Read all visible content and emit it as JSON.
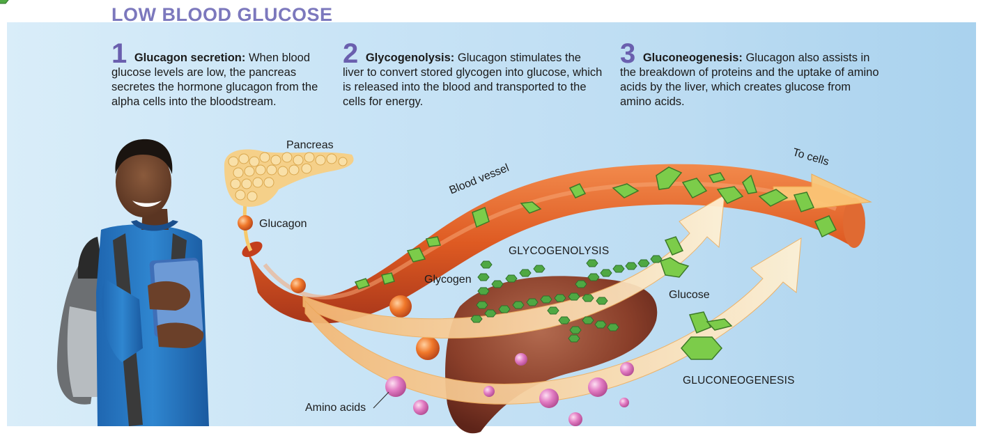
{
  "title": "LOW BLOOD GLUCOSE",
  "steps": [
    {
      "number": "1",
      "heading": "Glucagon secretion:",
      "text": "When blood glucose levels are low, the pancreas secretes the hormone glucagon from the alpha cells into the bloodstream."
    },
    {
      "number": "2",
      "heading": "Glycogenolysis:",
      "text": "Glucagon stimulates the liver to convert stored glycogen into glucose, which is released into the blood and transported to the cells for energy."
    },
    {
      "number": "3",
      "heading": "Gluconeogenesis:",
      "text": "Glucagon also assists in the breakdown of proteins and the uptake of amino acids by the liver, which creates glucose from amino acids."
    }
  ],
  "labels": {
    "pancreas": "Pancreas",
    "glucagon": "Glucagon",
    "blood_vessel": "Blood vessel",
    "to_cells": "To cells",
    "glycogenolysis": "GLYCOGENOLYSIS",
    "glycogen": "Glycogen",
    "glucose": "Glucose",
    "gluconeogenesis": "GLUCONEOGENESIS",
    "amino_acids": "Amino acids"
  },
  "colors": {
    "title": "#7c78bd",
    "step_number": "#6a5fae",
    "blood_vessel": "#d9521f",
    "glucose_hexagon": "#6cbf43",
    "arrow": "#fbd79a",
    "amino_acid": "#e079c0"
  }
}
